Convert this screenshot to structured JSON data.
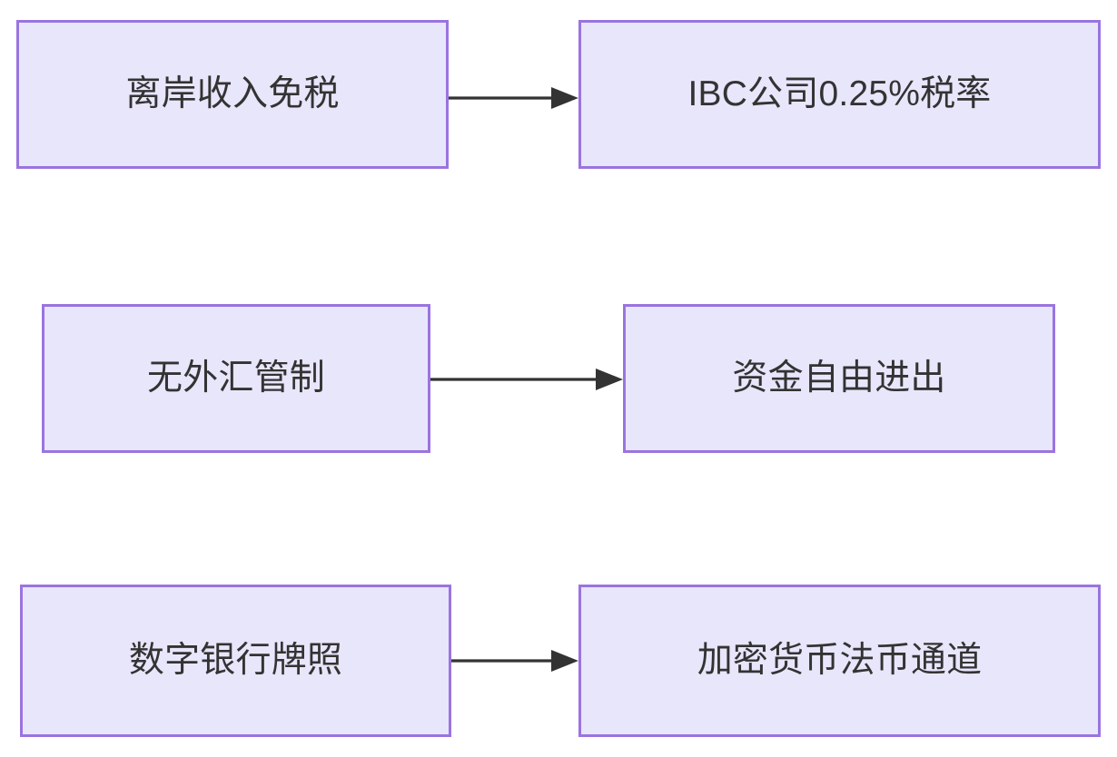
{
  "diagram": {
    "type": "flowchart",
    "direction": "left-to-right",
    "background_color": "#ffffff",
    "node_fill_color": "#e8e6fb",
    "node_border_color": "#9a74e0",
    "edge_color": "#333333",
    "text_color": "#333333",
    "nodes": [
      {
        "id": "offshore-tax-exempt",
        "label": "离岸收入免税",
        "row": 1,
        "column": "left"
      },
      {
        "id": "ibc-tax-rate",
        "label": "IBC公司0.25%税率",
        "row": 1,
        "column": "right"
      },
      {
        "id": "no-fx-control",
        "label": "无外汇管制",
        "row": 2,
        "column": "left"
      },
      {
        "id": "free-capital-flow",
        "label": "资金自由进出",
        "row": 2,
        "column": "right"
      },
      {
        "id": "digital-bank-licence",
        "label": "数字银行牌照",
        "row": 3,
        "column": "left"
      },
      {
        "id": "crypto-fiat-channel",
        "label": "加密货币法币通道",
        "row": 3,
        "column": "right"
      }
    ],
    "edges": [
      {
        "id": "edge-1",
        "from": "offshore-tax-exempt",
        "to": "ibc-tax-rate",
        "label": "",
        "arrowhead": "solid-triangle"
      },
      {
        "id": "edge-2",
        "from": "no-fx-control",
        "to": "free-capital-flow",
        "label": "",
        "arrowhead": "solid-triangle"
      },
      {
        "id": "edge-3",
        "from": "digital-bank-licence",
        "to": "crypto-fiat-channel",
        "label": "",
        "arrowhead": "solid-triangle"
      }
    ]
  }
}
